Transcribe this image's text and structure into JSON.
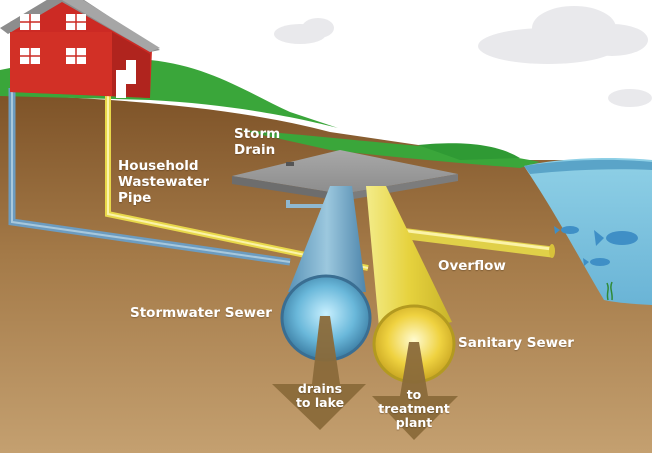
{
  "labels": {
    "storm_drain": "Storm\nDrain",
    "household_pipe": "Household\nWastewater\nPipe",
    "overflow": "Overflow",
    "stormwater_sewer": "Stormwater Sewer",
    "sanitary_sewer": "Sanitary Sewer",
    "drains_to_lake": "drains\nto lake",
    "to_treatment_plant": "to\ntreatment\nplant"
  },
  "colors": {
    "sky": "#ffffff",
    "grass": "#3aa63a",
    "soil": "#a57c4c",
    "soil_top": "#8a5f34",
    "lake": "#7fc6e0",
    "house": "#cc2a24",
    "roof": "#8a8a8a",
    "storm_pipe": "#6fa8c8",
    "sanitary_pipe": "#e8d84a",
    "arrow": "#8a6a3a",
    "fish": "#3a8ac0",
    "label_text": "#ffffff"
  }
}
